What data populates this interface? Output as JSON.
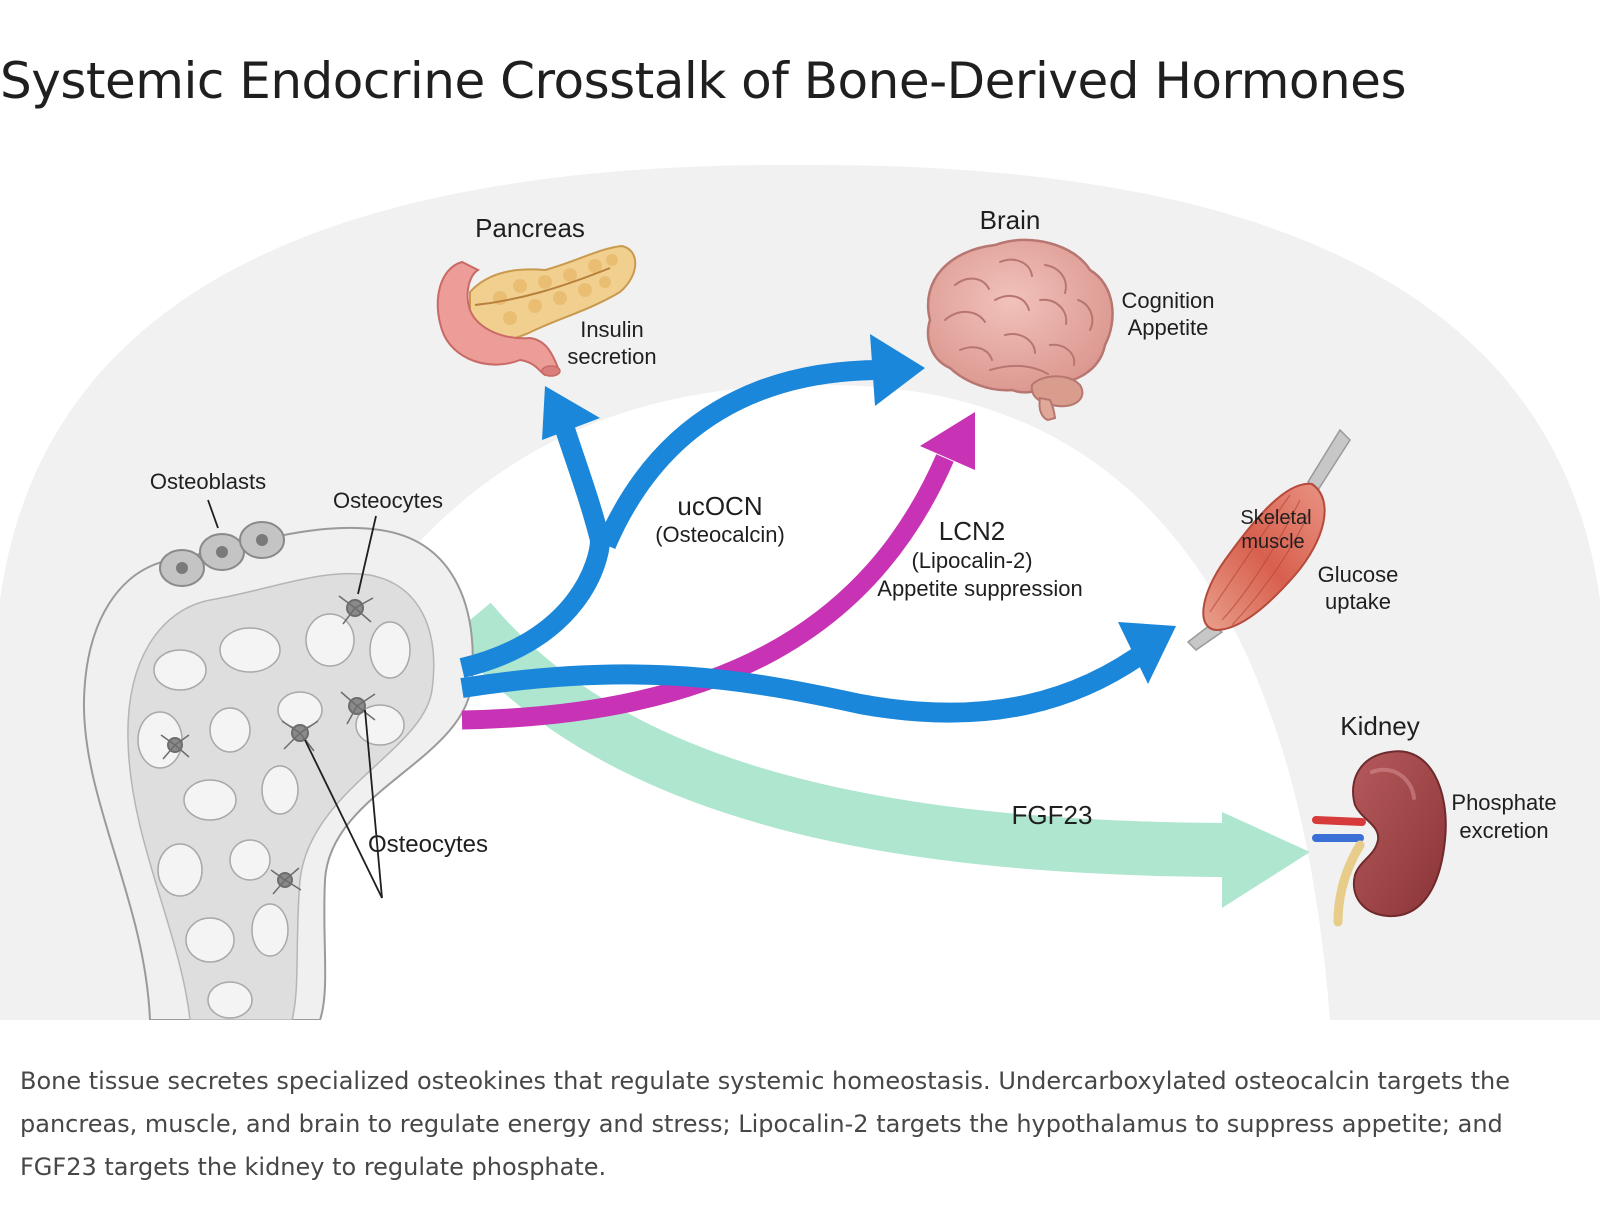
{
  "title": "Systemic Endocrine Crosstalk of Bone-Derived Hormones",
  "diagram": {
    "bone_labels": {
      "osteoblasts": "Osteoblasts",
      "osteocytes_top": "Osteocytes",
      "osteocytes_bottom": "Osteocytes"
    },
    "organs": {
      "pancreas": {
        "name": "Pancreas",
        "effect_line1": "Insulin",
        "effect_line2": "secretion"
      },
      "brain": {
        "name": "Brain",
        "effect_line1": "Cognition",
        "effect_line2": "Appetite"
      },
      "muscle": {
        "name_line1": "Skeletal",
        "name_line2": "muscle",
        "effect_line1": "Glucose",
        "effect_line2": "uptake"
      },
      "kidney": {
        "name": "Kidney",
        "effect_line1": "Phosphate",
        "effect_line2": "excretion"
      }
    },
    "hormones": {
      "ucocn": {
        "name": "ucOCN",
        "detail": "(Osteocalcin)",
        "color": "#1b87da"
      },
      "lcn2": {
        "name": "LCN2",
        "detail": "(Lipocalin-2)",
        "effect": "Appetite suppression",
        "color": "#c832b4"
      },
      "fgf23": {
        "name": "FGF23",
        "color": "#aee6cf"
      }
    }
  },
  "caption": "Bone tissue secretes specialized osteokines that regulate systemic homeostasis. Undercarboxylated osteocalcin targets the pancreas, muscle, and brain to regulate energy and stress; Lipocalin-2 targets the hypothalamus to suppress appetite; and FGF23 targets the kidney to regulate phosphate."
}
